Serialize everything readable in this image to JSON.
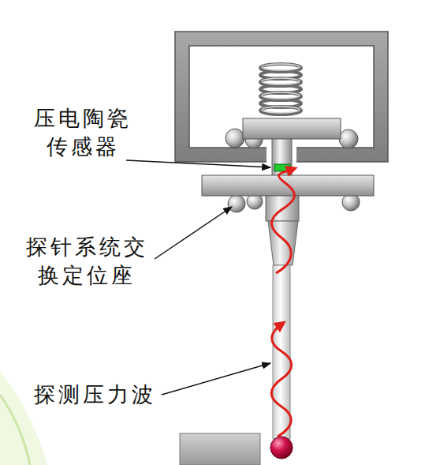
{
  "diagram": {
    "labels": [
      "压电陶瓷 传感器",
      "探针系统交 换定位座",
      "探测压力波"
    ]
  }
}
